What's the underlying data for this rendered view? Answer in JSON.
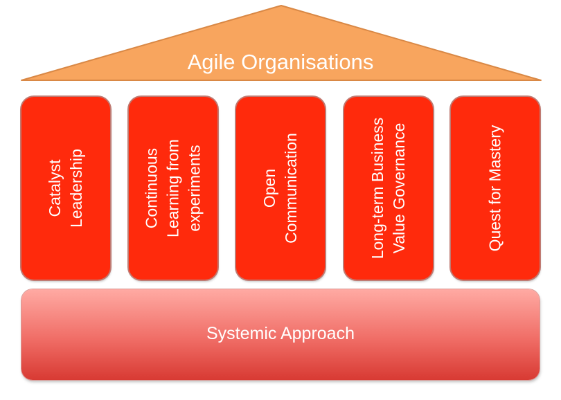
{
  "roof": {
    "title": "Agile Organisations",
    "color": "#f8a55e"
  },
  "pillars": [
    {
      "label": "Catalyst\nLeadership"
    },
    {
      "label": "Continuous\nLearning from\nexperiments"
    },
    {
      "label": "Open\nCommunication"
    },
    {
      "label": "Long-term Business\nValue Governance"
    },
    {
      "label": "Quest for Mastery"
    }
  ],
  "pillar_color": "#ff2a0c",
  "base": {
    "label": "Systemic Approach"
  }
}
